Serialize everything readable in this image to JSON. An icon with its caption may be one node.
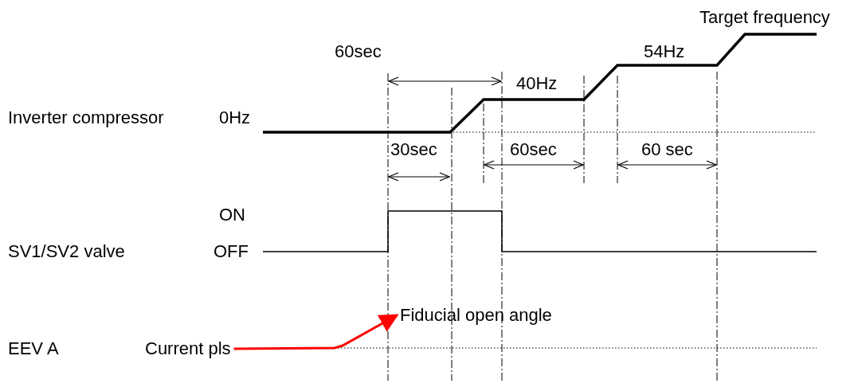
{
  "diagram": {
    "nodes": [
      {
        "text": [
          "Current pls"
        ]
      },
      {
        "text": [
          "Fiducial open angle"
        ]
      }
    ],
    "edges": [
      {
        "from": 0,
        "to": 1,
        "arrow": "to",
        "color": "#ff0000"
      }
    ],
    "labels": [
      "Target frequency",
      "60sec",
      "54Hz",
      "40Hz",
      "Inverter compressor",
      "0Hz",
      "30sec",
      "60sec",
      "60 sec",
      "ON",
      "SV1/SV2 valve",
      "OFF",
      "EEV A"
    ]
  }
}
